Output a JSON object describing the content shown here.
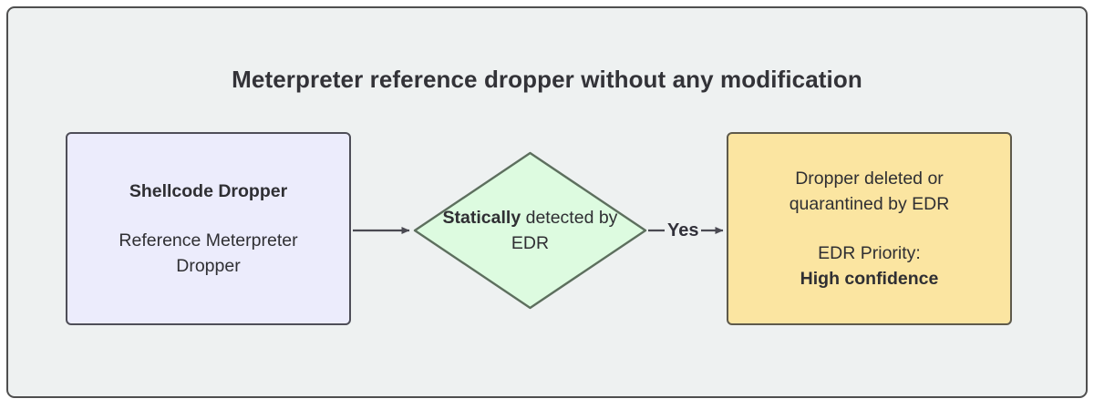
{
  "diagram": {
    "title": "Meterpreter reference dropper without any modification",
    "type": "flowchart",
    "colors": {
      "page_background": "#ffffff",
      "frame_background": "#eef1f1",
      "frame_border": "#4f4f4f",
      "process_fill": "#ececfc",
      "process_border": "#4e4e58",
      "decision_fill": "#ddfbe0",
      "decision_border": "#5d6f5e",
      "outcome_fill": "#fbe5a1",
      "outcome_border": "#5e5a4b",
      "text": "#2f2f33",
      "connector": "#4a4a52"
    },
    "nodes": [
      {
        "id": "shellcode-dropper",
        "shape": "rectangle",
        "title": "Shellcode Dropper",
        "body_line_1": "Reference Meterpreter",
        "body_line_2": "Dropper"
      },
      {
        "id": "statically-detected",
        "shape": "diamond",
        "label_bold": "Statically",
        "label_rest": " detected by",
        "label_line_2": "EDR"
      },
      {
        "id": "dropper-deleted",
        "shape": "rectangle",
        "line_1": "Dropper deleted or",
        "line_2": "quarantined by EDR",
        "line_3": "EDR Priority:",
        "line_4": "High confidence"
      }
    ],
    "edges": [
      {
        "id": "dropper-to-decision",
        "from": "shellcode-dropper",
        "to": "statically-detected",
        "label": ""
      },
      {
        "id": "decision-to-outcome",
        "from": "statically-detected",
        "to": "dropper-deleted",
        "label": "Yes"
      }
    ]
  }
}
